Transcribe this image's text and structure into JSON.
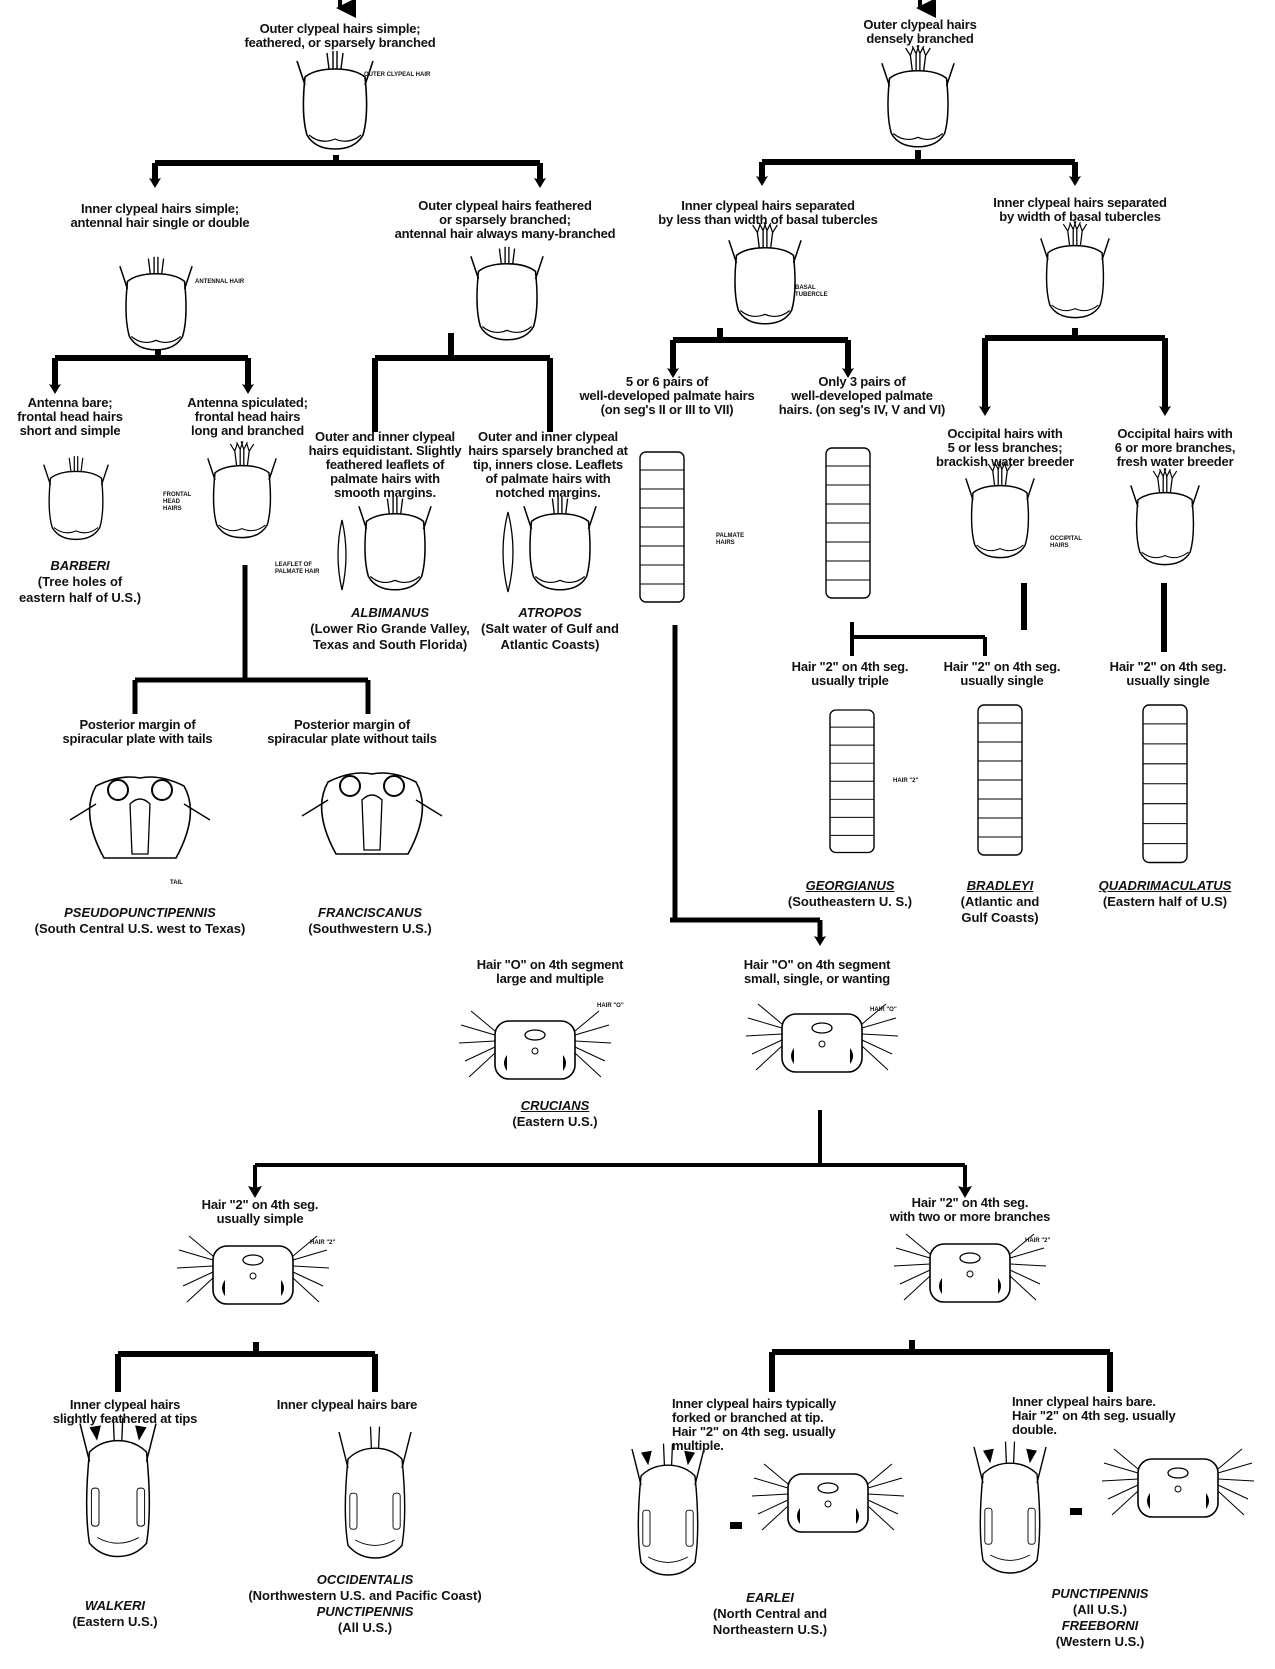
{
  "nodes": {
    "top_left": "Outer clypeal hairs simple;\nfeathered, or sparsely branched",
    "top_right": "Outer clypeal hairs\ndensely branched",
    "l1_a": "Inner clypeal hairs simple;\nantennal hair single or double",
    "l1_b": "Outer clypeal hairs feathered\nor sparsely branched;\nantennal hair always many-branched",
    "r1_a": "Inner clypeal hairs separated\nby less than width of basal tubercles",
    "r1_b": "Inner clypeal hairs separated\nby width of basal tubercles",
    "l2_a": "Antenna bare;\nfrontal head hairs\nshort and simple",
    "l2_b": "Antenna spiculated;\nfrontal head hairs\nlong and branched",
    "l2_c": "Outer and inner clypeal\nhairs equidistant. Slightly\nfeathered leaflets of\npalmate hairs with\nsmooth margins.",
    "l2_d": "Outer and inner clypeal\nhairs sparsely branched at\ntip, inners close. Leaflets\nof palmate hairs with\nnotched margins.",
    "r2_a": "5 or 6 pairs of\nwell-developed palmate hairs\n(on seg's II or III to VII)",
    "r2_b": "Only 3 pairs of\nwell-developed palmate\nhairs. (on seg's IV, V and VI)",
    "r2_c": "Occipital hairs with\n5 or less branches;\nbrackish water breeder",
    "r2_d": "Occipital hairs with\n6 or more branches,\nfresh water breeder",
    "l3_a": "Posterior margin of\nspiracular plate with tails",
    "l3_b": "Posterior margin of\nspiracular plate without tails",
    "r3_a": "Hair \"2\" on 4th seg.\nusually triple",
    "r3_b": "Hair \"2\" on 4th seg.\nusually single",
    "r3_c": "Hair \"2\" on 4th seg.\nusually single",
    "m1_a": "Hair \"O\" on 4th segment\nlarge and multiple",
    "m1_b": "Hair \"O\" on 4th segment\nsmall, single, or wanting",
    "m2_a": "Hair \"2\" on 4th seg.\nusually simple",
    "m2_b": "Hair \"2\" on 4th seg.\nwith two or more branches",
    "b1_a": "Inner clypeal hairs\nslightly feathered at tips",
    "b1_b": "Inner clypeal hairs bare",
    "b1_c": "Inner clypeal hairs typically\nforked or branched at tip.\nHair \"2\" on 4th seg. usually\nmultiple.",
    "b1_d": "Inner clypeal hairs bare.\nHair \"2\" on 4th seg. usually\ndouble."
  },
  "tags": {
    "outer_clypeal": "OUTER CLYPEAL HAIR",
    "antennal": "ANTENNAL HAIR",
    "basal": "BASAL\nTUBERCLE",
    "frontal": "FRONTAL\nHEAD\nHAIRS",
    "leaflet": "LEAFLET OF\nPALMATE HAIR",
    "palmate": "PALMATE\nHAIRS",
    "occipital": "OCCIPITAL\nHAIRS",
    "tail": "TAIL",
    "hair2_a": "HAIR \"2\"",
    "hair2_b": "HAIR \"2\"",
    "hair2_c": "HAIR \"2\"",
    "hairO_a": "HAIR \"O\"",
    "hairO_b": "HAIR \"O\""
  },
  "species": {
    "barberi": {
      "name": "BARBERI",
      "range": "(Tree holes of\neastern half of U.S.)"
    },
    "albimanus": {
      "name": "ALBIMANUS",
      "range": "(Lower Rio Grande Valley,\nTexas and South Florida)"
    },
    "atropos": {
      "name": "ATROPOS",
      "range": "(Salt water of Gulf and\nAtlantic Coasts)"
    },
    "pseudopunctipennis": {
      "name": "PSEUDOPUNCTIPENNIS",
      "range": "(South Central U.S. west to Texas)"
    },
    "franciscanus": {
      "name": "FRANCISCANUS",
      "range": "(Southwestern U.S.)"
    },
    "georgianus": {
      "name": "GEORGIANUS",
      "range": "(Southeastern U. S.)"
    },
    "bradleyi": {
      "name": "BRADLEYI",
      "range": "(Atlantic and\nGulf Coasts)"
    },
    "quadrimaculatus": {
      "name": "QUADRIMACULATUS",
      "range": "(Eastern half of U.S)"
    },
    "crucians": {
      "name": "CRUCIANS",
      "range": "(Eastern U.S.)"
    },
    "walkeri": {
      "name": "WALKERI",
      "range": "(Eastern U.S.)"
    },
    "occidentalis": {
      "name": "OCCIDENTALIS",
      "range": "(Northwestern U.S. and Pacific Coast)"
    },
    "punctipennis_a": {
      "name": "PUNCTIPENNIS",
      "range": "(All U.S.)"
    },
    "earlei": {
      "name": "EARLEI",
      "range": "(North Central and\nNortheastern U.S.)"
    },
    "punctipennis_b": {
      "name": "PUNCTIPENNIS",
      "range": "(All U.S.)"
    },
    "freeborni": {
      "name": "FREEBORNI",
      "range": "(Western U.S.)"
    }
  }
}
